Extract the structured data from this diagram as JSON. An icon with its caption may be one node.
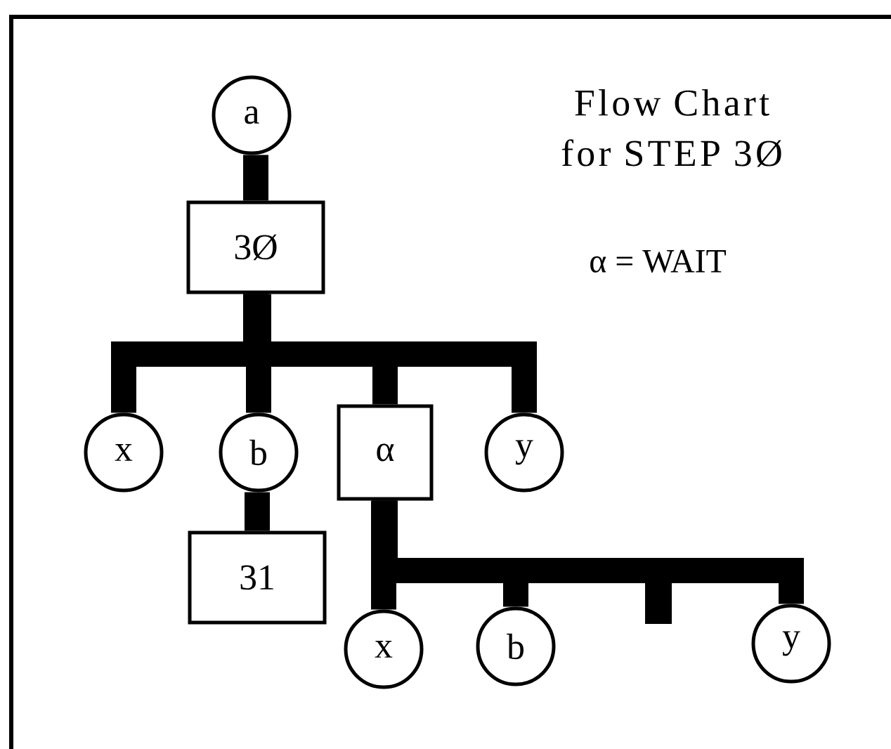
{
  "diagram": {
    "title": "Flow Chart for STEP 3Ø",
    "nodes": [
      {
        "text": [
          "a"
        ]
      },
      {
        "text": [
          "3Ø"
        ]
      },
      {
        "text": [
          "x"
        ]
      },
      {
        "text": [
          "b"
        ]
      },
      {
        "text": [
          "α"
        ]
      },
      {
        "text": [
          "y"
        ]
      },
      {
        "text": [
          "31"
        ]
      },
      {
        "text": [
          "x"
        ]
      },
      {
        "text": [
          "b"
        ]
      },
      {
        "text": [
          "y"
        ]
      }
    ],
    "edges": [
      {
        "from": 0,
        "to": 1,
        "arrow": "none"
      },
      {
        "from": 1,
        "to": 2,
        "arrow": "none"
      },
      {
        "from": 1,
        "to": 3,
        "arrow": "none"
      },
      {
        "from": 1,
        "to": 4,
        "arrow": "none"
      },
      {
        "from": 1,
        "to": 5,
        "arrow": "none"
      },
      {
        "from": 3,
        "to": 6,
        "arrow": "none"
      },
      {
        "from": 4,
        "to": 7,
        "arrow": "none"
      },
      {
        "from": 4,
        "to": 8,
        "arrow": "none"
      },
      {
        "from": 4,
        "to": 9,
        "arrow": "none"
      }
    ],
    "labels": [
      "α = WAIT"
    ]
  }
}
